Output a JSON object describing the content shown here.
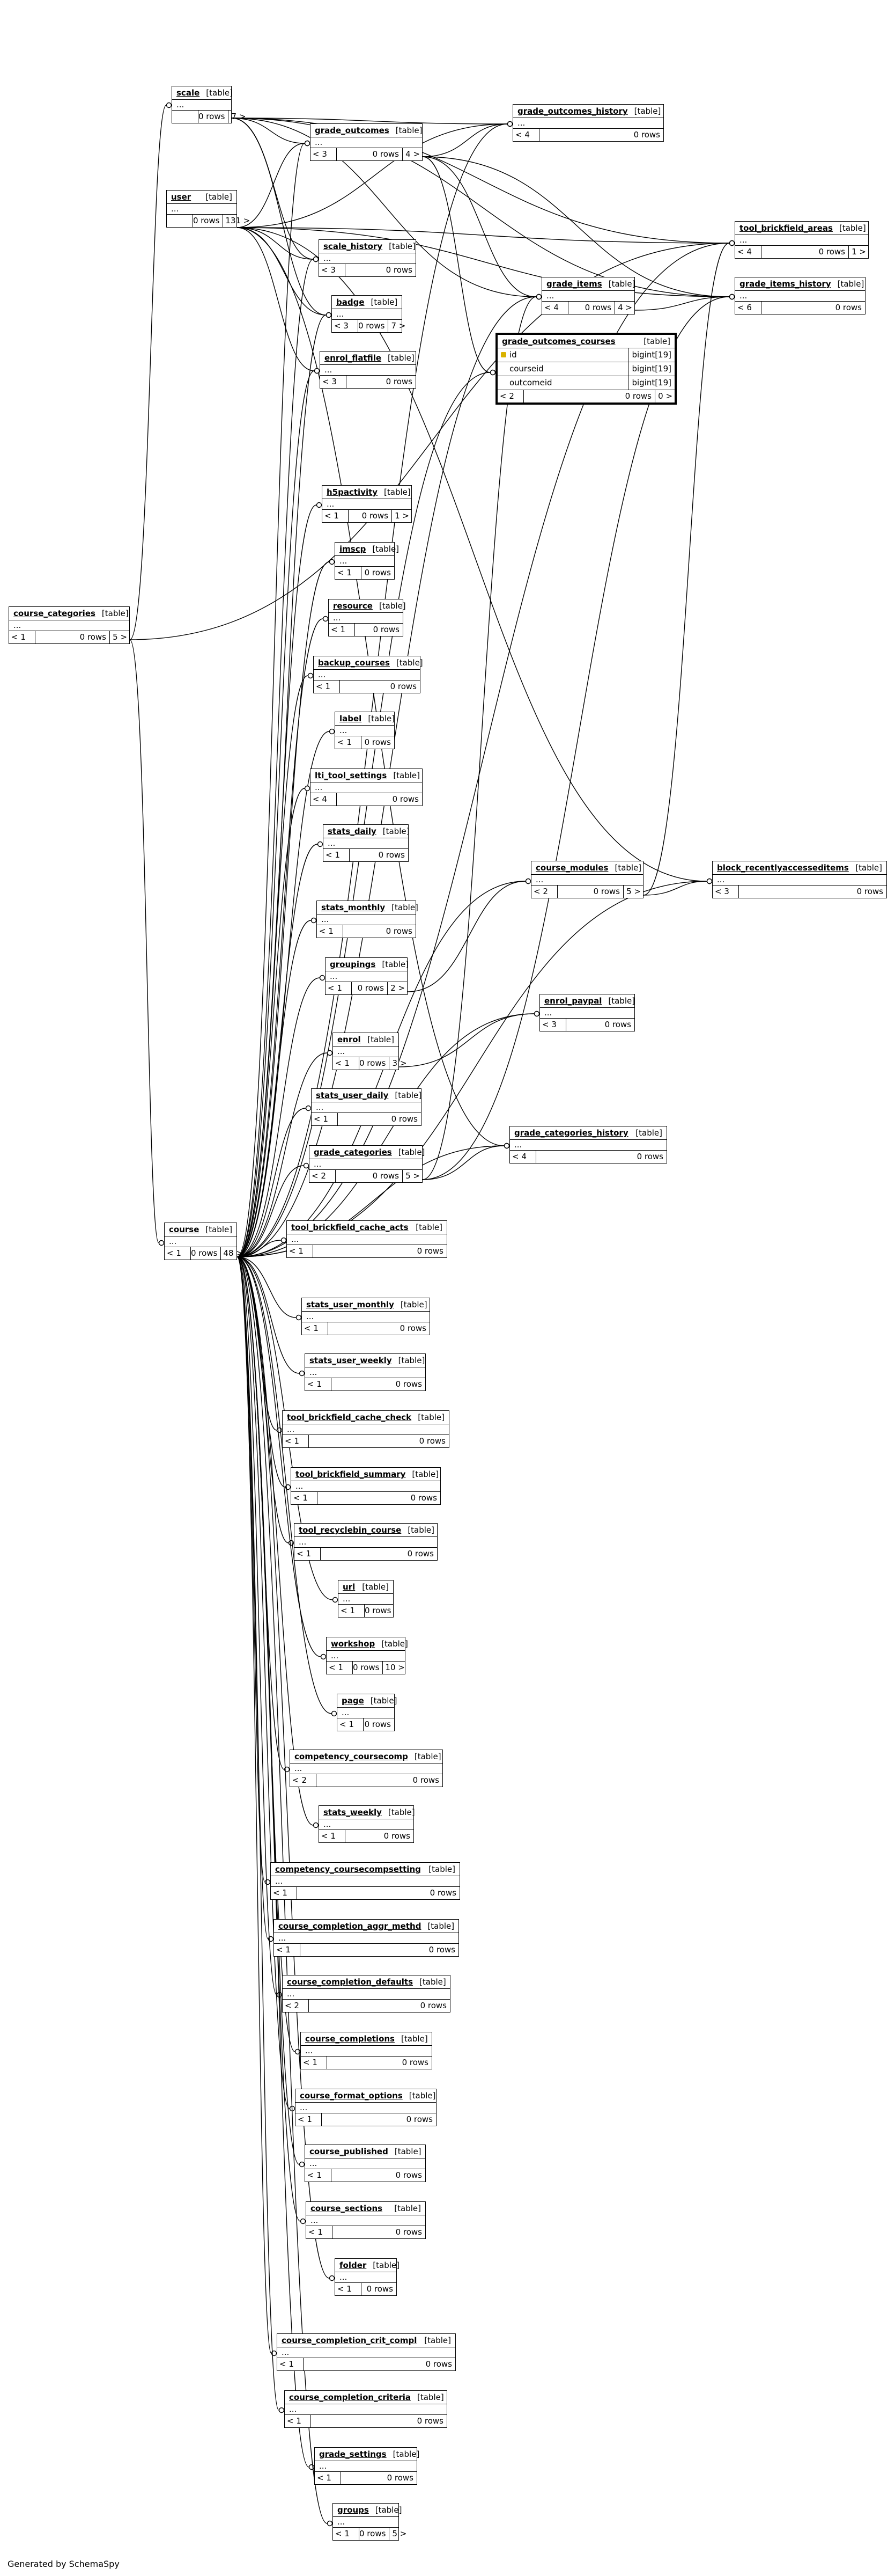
{
  "footer": "Generated by SchemaSpy",
  "focus": {
    "name": "grade_outcomes_courses",
    "kind": "[table]",
    "columns": [
      {
        "name": "id",
        "type": "bigint[19]",
        "key": true
      },
      {
        "name": "courseid",
        "type": "bigint[19]",
        "key": false
      },
      {
        "name": "outcomeid",
        "type": "bigint[19]",
        "key": false
      }
    ],
    "parents": "< 2",
    "rows": "0 rows",
    "children": "0 >"
  },
  "tables": [
    {
      "id": "scale",
      "name": "scale",
      "kind": "[table]",
      "parents": "",
      "rows": "0 rows",
      "children": "7 >"
    },
    {
      "id": "grade_outcomes",
      "name": "grade_outcomes",
      "kind": "[table]",
      "parents": "< 3",
      "rows": "0 rows",
      "children": "4 >"
    },
    {
      "id": "grade_outcomes_history",
      "name": "grade_outcomes_history",
      "kind": "[table]",
      "parents": "< 4",
      "rows": "0 rows",
      "children": ""
    },
    {
      "id": "user",
      "name": "user",
      "kind": "[table]",
      "parents": "",
      "rows": "0 rows",
      "children": "131 >"
    },
    {
      "id": "tool_brickfield_areas",
      "name": "tool_brickfield_areas",
      "kind": "[table]",
      "parents": "< 4",
      "rows": "0 rows",
      "children": "1 >"
    },
    {
      "id": "scale_history",
      "name": "scale_history",
      "kind": "[table]",
      "parents": "< 3",
      "rows": "0 rows",
      "children": ""
    },
    {
      "id": "grade_items",
      "name": "grade_items",
      "kind": "[table]",
      "parents": "< 4",
      "rows": "0 rows",
      "children": "4 >"
    },
    {
      "id": "grade_items_history",
      "name": "grade_items_history",
      "kind": "[table]",
      "parents": "< 6",
      "rows": "0 rows",
      "children": ""
    },
    {
      "id": "badge",
      "name": "badge",
      "kind": "[table]",
      "parents": "< 3",
      "rows": "0 rows",
      "children": "7 >"
    },
    {
      "id": "enrol_flatfile",
      "name": "enrol_flatfile",
      "kind": "[table]",
      "parents": "< 3",
      "rows": "0 rows",
      "children": ""
    },
    {
      "id": "h5pactivity",
      "name": "h5pactivity",
      "kind": "[table]",
      "parents": "< 1",
      "rows": "0 rows",
      "children": "1 >"
    },
    {
      "id": "course_categories",
      "name": "course_categories",
      "kind": "[table]",
      "parents": "< 1",
      "rows": "0 rows",
      "children": "5 >"
    },
    {
      "id": "imscp",
      "name": "imscp",
      "kind": "[table]",
      "parents": "< 1",
      "rows": "0 rows",
      "children": ""
    },
    {
      "id": "resource",
      "name": "resource",
      "kind": "[table]",
      "parents": "< 1",
      "rows": "0 rows",
      "children": ""
    },
    {
      "id": "backup_courses",
      "name": "backup_courses",
      "kind": "[table]",
      "parents": "< 1",
      "rows": "0 rows",
      "children": ""
    },
    {
      "id": "label",
      "name": "label",
      "kind": "[table]",
      "parents": "< 1",
      "rows": "0 rows",
      "children": ""
    },
    {
      "id": "lti_tool_settings",
      "name": "lti_tool_settings",
      "kind": "[table]",
      "parents": "< 4",
      "rows": "0 rows",
      "children": ""
    },
    {
      "id": "stats_daily",
      "name": "stats_daily",
      "kind": "[table]",
      "parents": "< 1",
      "rows": "0 rows",
      "children": ""
    },
    {
      "id": "course_modules",
      "name": "course_modules",
      "kind": "[table]",
      "parents": "< 2",
      "rows": "0 rows",
      "children": "5 >"
    },
    {
      "id": "block_recentlyaccesseditems",
      "name": "block_recentlyaccesseditems",
      "kind": "[table]",
      "parents": "< 3",
      "rows": "0 rows",
      "children": ""
    },
    {
      "id": "stats_monthly",
      "name": "stats_monthly",
      "kind": "[table]",
      "parents": "< 1",
      "rows": "0 rows",
      "children": ""
    },
    {
      "id": "groupings",
      "name": "groupings",
      "kind": "[table]",
      "parents": "< 1",
      "rows": "0 rows",
      "children": "2 >"
    },
    {
      "id": "enrol_paypal",
      "name": "enrol_paypal",
      "kind": "[table]",
      "parents": "< 3",
      "rows": "0 rows",
      "children": ""
    },
    {
      "id": "enrol",
      "name": "enrol",
      "kind": "[table]",
      "parents": "< 1",
      "rows": "0 rows",
      "children": "3 >"
    },
    {
      "id": "stats_user_daily",
      "name": "stats_user_daily",
      "kind": "[table]",
      "parents": "< 1",
      "rows": "0 rows",
      "children": ""
    },
    {
      "id": "grade_categories",
      "name": "grade_categories",
      "kind": "[table]",
      "parents": "< 2",
      "rows": "0 rows",
      "children": "5 >"
    },
    {
      "id": "grade_categories_history",
      "name": "grade_categories_history",
      "kind": "[table]",
      "parents": "< 4",
      "rows": "0 rows",
      "children": ""
    },
    {
      "id": "course",
      "name": "course",
      "kind": "[table]",
      "parents": "< 1",
      "rows": "0 rows",
      "children": "48 >"
    },
    {
      "id": "tool_brickfield_cache_acts",
      "name": "tool_brickfield_cache_acts",
      "kind": "[table]",
      "parents": "< 1",
      "rows": "0 rows",
      "children": ""
    },
    {
      "id": "stats_user_monthly",
      "name": "stats_user_monthly",
      "kind": "[table]",
      "parents": "< 1",
      "rows": "0 rows",
      "children": ""
    },
    {
      "id": "stats_user_weekly",
      "name": "stats_user_weekly",
      "kind": "[table]",
      "parents": "< 1",
      "rows": "0 rows",
      "children": ""
    },
    {
      "id": "tool_brickfield_cache_check",
      "name": "tool_brickfield_cache_check",
      "kind": "[table]",
      "parents": "< 1",
      "rows": "0 rows",
      "children": ""
    },
    {
      "id": "tool_brickfield_summary",
      "name": "tool_brickfield_summary",
      "kind": "[table]",
      "parents": "< 1",
      "rows": "0 rows",
      "children": ""
    },
    {
      "id": "tool_recyclebin_course",
      "name": "tool_recyclebin_course",
      "kind": "[table]",
      "parents": "< 1",
      "rows": "0 rows",
      "children": ""
    },
    {
      "id": "url",
      "name": "url",
      "kind": "[table]",
      "parents": "< 1",
      "rows": "0 rows",
      "children": ""
    },
    {
      "id": "workshop",
      "name": "workshop",
      "kind": "[table]",
      "parents": "< 1",
      "rows": "0 rows",
      "children": "10 >"
    },
    {
      "id": "page",
      "name": "page",
      "kind": "[table]",
      "parents": "< 1",
      "rows": "0 rows",
      "children": ""
    },
    {
      "id": "competency_coursecomp",
      "name": "competency_coursecomp",
      "kind": "[table]",
      "parents": "< 2",
      "rows": "0 rows",
      "children": ""
    },
    {
      "id": "stats_weekly",
      "name": "stats_weekly",
      "kind": "[table]",
      "parents": "< 1",
      "rows": "0 rows",
      "children": ""
    },
    {
      "id": "competency_coursecompsetting",
      "name": "competency_coursecompsetting",
      "kind": "[table]",
      "parents": "< 1",
      "rows": "0 rows",
      "children": ""
    },
    {
      "id": "course_completion_aggr_methd",
      "name": "course_completion_aggr_methd",
      "kind": "[table]",
      "parents": "< 1",
      "rows": "0 rows",
      "children": ""
    },
    {
      "id": "course_completion_defaults",
      "name": "course_completion_defaults",
      "kind": "[table]",
      "parents": "< 2",
      "rows": "0 rows",
      "children": ""
    },
    {
      "id": "course_completions",
      "name": "course_completions",
      "kind": "[table]",
      "parents": "< 1",
      "rows": "0 rows",
      "children": ""
    },
    {
      "id": "course_format_options",
      "name": "course_format_options",
      "kind": "[table]",
      "parents": "< 1",
      "rows": "0 rows",
      "children": ""
    },
    {
      "id": "course_published",
      "name": "course_published",
      "kind": "[table]",
      "parents": "< 1",
      "rows": "0 rows",
      "children": ""
    },
    {
      "id": "course_sections",
      "name": "course_sections",
      "kind": "[table]",
      "parents": "< 1",
      "rows": "0 rows",
      "children": ""
    },
    {
      "id": "folder",
      "name": "folder",
      "kind": "[table]",
      "parents": "< 1",
      "rows": "0 rows",
      "children": ""
    },
    {
      "id": "course_completion_crit_compl",
      "name": "course_completion_crit_compl",
      "kind": "[table]",
      "parents": "< 1",
      "rows": "0 rows",
      "children": ""
    },
    {
      "id": "course_completion_criteria",
      "name": "course_completion_criteria",
      "kind": "[table]",
      "parents": "< 1",
      "rows": "0 rows",
      "children": ""
    },
    {
      "id": "grade_settings",
      "name": "grade_settings",
      "kind": "[table]",
      "parents": "< 1",
      "rows": "0 rows",
      "children": ""
    },
    {
      "id": "groups",
      "name": "groups",
      "kind": "[table]",
      "parents": "< 1",
      "rows": "0 rows",
      "children": "5 >"
    }
  ],
  "relations": [
    [
      "scale",
      "grade_outcomes"
    ],
    [
      "scale",
      "grade_outcomes_history"
    ],
    [
      "scale",
      "scale_history"
    ],
    [
      "scale",
      "badge"
    ],
    [
      "scale",
      "grade_items"
    ],
    [
      "scale",
      "grade_items_history"
    ],
    [
      "scale",
      "tool_brickfield_areas"
    ],
    [
      "user",
      "grade_outcomes"
    ],
    [
      "user",
      "grade_outcomes_history"
    ],
    [
      "user",
      "scale_history"
    ],
    [
      "user",
      "badge"
    ],
    [
      "user",
      "enrol_flatfile"
    ],
    [
      "user",
      "grade_items_history"
    ],
    [
      "user",
      "grade_categories_history"
    ],
    [
      "user",
      "block_recentlyaccesseditems"
    ],
    [
      "user",
      "tool_brickfield_areas"
    ],
    [
      "grade_outcomes",
      "grade_outcomes_history"
    ],
    [
      "grade_outcomes",
      "grade_outcomes_courses"
    ],
    [
      "grade_outcomes",
      "grade_items"
    ],
    [
      "grade_outcomes",
      "grade_items_history"
    ],
    [
      "course_categories",
      "scale"
    ],
    [
      "course_categories",
      "tool_brickfield_areas"
    ],
    [
      "course_categories",
      "course"
    ],
    [
      "grade_items",
      "grade_items_history"
    ],
    [
      "course_modules",
      "tool_brickfield_areas"
    ],
    [
      "course_modules",
      "block_recentlyaccesseditems"
    ],
    [
      "groupings",
      "course_modules"
    ],
    [
      "enrol",
      "enrol_paypal"
    ],
    [
      "grade_categories",
      "grade_items"
    ],
    [
      "grade_categories",
      "grade_categories_history"
    ],
    [
      "grade_categories",
      "grade_items_history"
    ],
    [
      "course",
      "block_recentlyaccesseditems"
    ],
    [
      "course",
      "grade_outcomes"
    ],
    [
      "course",
      "grade_outcomes_courses"
    ],
    [
      "course",
      "grade_items"
    ],
    [
      "course",
      "grade_outcomes_history"
    ],
    [
      "course",
      "scale_history"
    ],
    [
      "course",
      "badge"
    ],
    [
      "course",
      "enrol_flatfile"
    ],
    [
      "course",
      "tool_brickfield_areas"
    ],
    [
      "course",
      "h5pactivity"
    ],
    [
      "course",
      "imscp"
    ],
    [
      "course",
      "resource"
    ],
    [
      "course",
      "backup_courses"
    ],
    [
      "course",
      "label"
    ],
    [
      "course",
      "lti_tool_settings"
    ],
    [
      "course",
      "stats_daily"
    ],
    [
      "course",
      "course_modules"
    ],
    [
      "course",
      "stats_monthly"
    ],
    [
      "course",
      "groupings"
    ],
    [
      "course",
      "enrol_paypal"
    ],
    [
      "course",
      "enrol"
    ],
    [
      "course",
      "stats_user_daily"
    ],
    [
      "course",
      "grade_categories"
    ],
    [
      "course",
      "grade_categories_history"
    ],
    [
      "course",
      "tool_brickfield_cache_acts"
    ],
    [
      "course",
      "stats_user_monthly"
    ],
    [
      "course",
      "stats_user_weekly"
    ],
    [
      "course",
      "tool_brickfield_cache_check"
    ],
    [
      "course",
      "tool_brickfield_summary"
    ],
    [
      "course",
      "tool_recyclebin_course"
    ],
    [
      "course",
      "url"
    ],
    [
      "course",
      "workshop"
    ],
    [
      "course",
      "page"
    ],
    [
      "course",
      "competency_coursecomp"
    ],
    [
      "course",
      "stats_weekly"
    ],
    [
      "course",
      "competency_coursecompsetting"
    ],
    [
      "course",
      "course_completion_aggr_methd"
    ],
    [
      "course",
      "course_completion_defaults"
    ],
    [
      "course",
      "course_completions"
    ],
    [
      "course",
      "course_format_options"
    ],
    [
      "course",
      "course_published"
    ],
    [
      "course",
      "course_sections"
    ],
    [
      "course",
      "folder"
    ],
    [
      "course",
      "course_completion_crit_compl"
    ],
    [
      "course",
      "course_completion_criteria"
    ],
    [
      "course",
      "grade_settings"
    ],
    [
      "course",
      "groups"
    ]
  ]
}
